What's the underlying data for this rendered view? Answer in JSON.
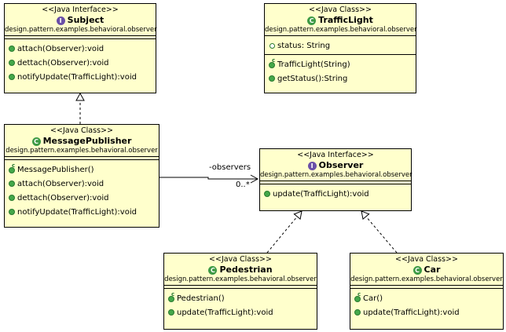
{
  "colors": {
    "box_fill": "#ffffcc",
    "box_border": "#000000",
    "interface_badge": "#6a4fa8",
    "class_badge": "#3d9a44"
  },
  "boxes": {
    "subject": {
      "stereotype": "<<Java Interface>>",
      "badge": "I",
      "name": "Subject",
      "package": "design.pattern.examples.behavioral.observer",
      "methods": [
        "attach(Observer):void",
        "dettach(Observer):void",
        "notifyUpdate(TrafficLight):void"
      ]
    },
    "traffic_light": {
      "stereotype": "<<Java Class>>",
      "badge": "C",
      "name": "TrafficLight",
      "package": "design.pattern.examples.behavioral.observer",
      "fields": [
        "status: String"
      ],
      "constructors": [
        "TrafficLight(String)"
      ],
      "methods": [
        "getStatus():String"
      ]
    },
    "message_publisher": {
      "stereotype": "<<Java Class>>",
      "badge": "C",
      "name": "MessagePublisher",
      "package": "design.pattern.examples.behavioral.observer",
      "constructors": [
        "MessagePublisher()"
      ],
      "methods": [
        "attach(Observer):void",
        "dettach(Observer):void",
        "notifyUpdate(TrafficLight):void"
      ]
    },
    "observer": {
      "stereotype": "<<Java Interface>>",
      "badge": "I",
      "name": "Observer",
      "package": "design.pattern.examples.behavioral.observer",
      "methods": [
        "update(TrafficLight):void"
      ]
    },
    "pedestrian": {
      "stereotype": "<<Java Class>>",
      "badge": "C",
      "name": "Pedestrian",
      "package": "design.pattern.examples.behavioral.observer",
      "constructors": [
        "Pedestrian()"
      ],
      "methods": [
        "update(TrafficLight):void"
      ]
    },
    "car": {
      "stereotype": "<<Java Class>>",
      "badge": "C",
      "name": "Car",
      "package": "design.pattern.examples.behavioral.observer",
      "constructors": [
        "Car()"
      ],
      "methods": [
        "update(TrafficLight):void"
      ]
    }
  },
  "association": {
    "role": "-observers",
    "multiplicity": "0..*"
  }
}
